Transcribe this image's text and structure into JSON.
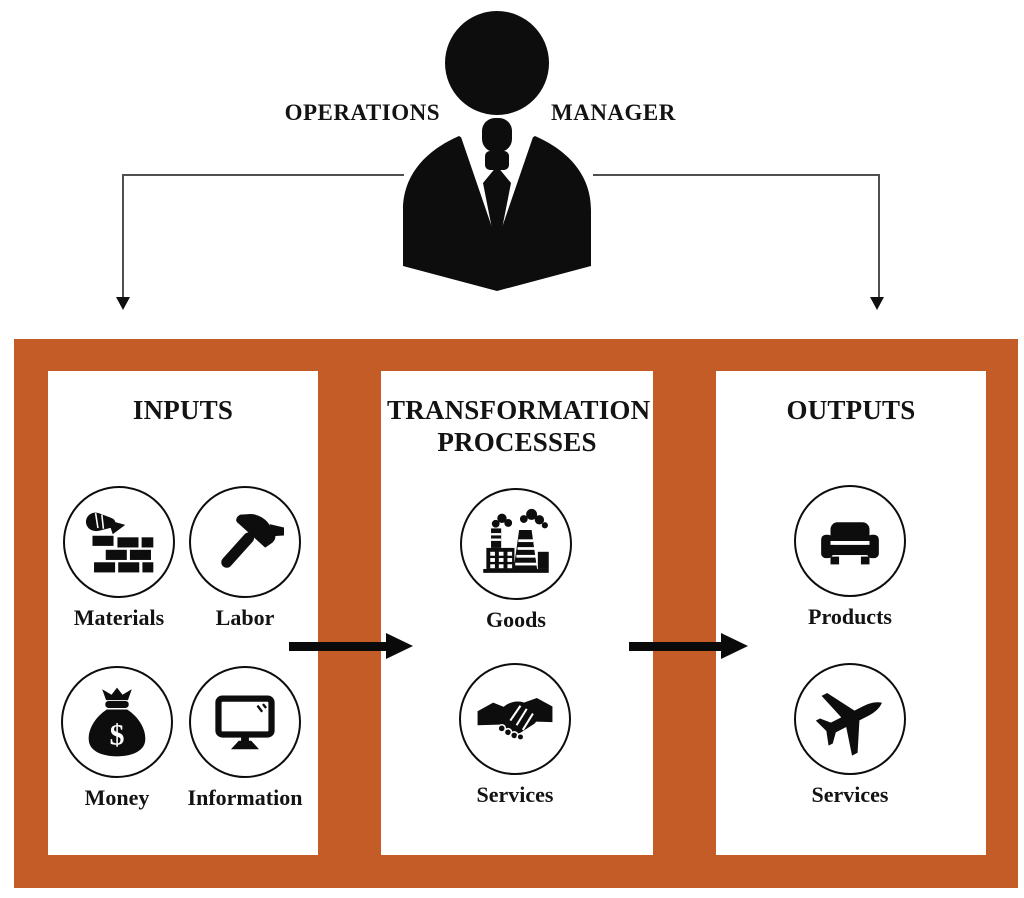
{
  "colors": {
    "frame_orange": "#C45C27",
    "icon_black": "#0D0D0D",
    "connector_gray": "#4F4F4F",
    "panel_white": "#FFFFFF"
  },
  "manager": {
    "left_label": "OPERATIONS",
    "right_label": "MANAGER",
    "icon": "business-person-icon"
  },
  "panels": [
    {
      "title": "INPUTS",
      "items": [
        {
          "label": "Materials",
          "icon": "bricklaying-icon"
        },
        {
          "label": "Labor",
          "icon": "hammer-icon"
        },
        {
          "label": "Money",
          "icon": "money-bag-icon"
        },
        {
          "label": "Information",
          "icon": "computer-monitor-icon"
        }
      ]
    },
    {
      "title": "TRANSFORMATION PROCESSES",
      "items": [
        {
          "label": "Goods",
          "icon": "factory-icon"
        },
        {
          "label": "Services",
          "icon": "handshake-icon"
        }
      ]
    },
    {
      "title": "OUTPUTS",
      "items": [
        {
          "label": "Products",
          "icon": "sofa-icon"
        },
        {
          "label": "Services",
          "icon": "airplane-icon"
        }
      ]
    }
  ]
}
